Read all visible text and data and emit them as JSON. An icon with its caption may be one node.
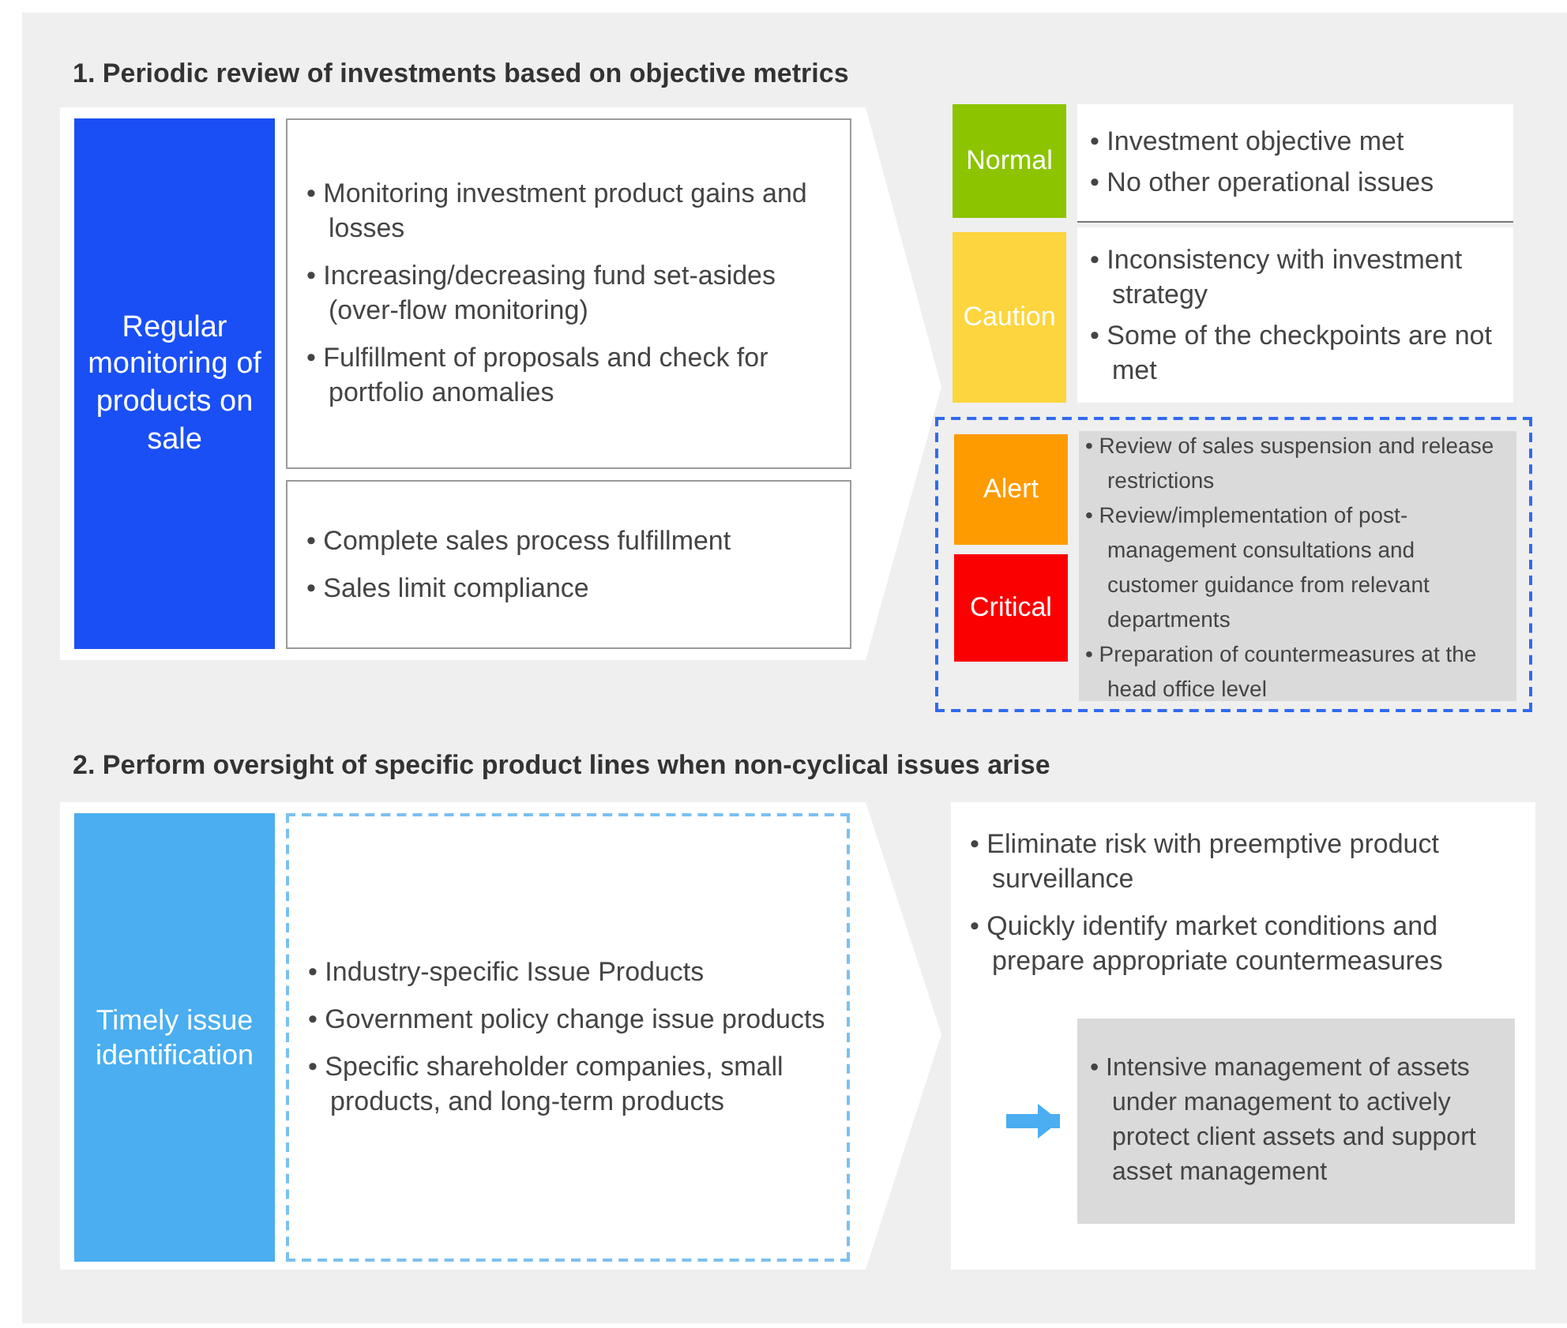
{
  "diagram": {
    "nodes": [
      {
        "text": [
          "Regular monitoring of products on sale"
        ]
      },
      {
        "text": [
          "• Monitoring investment product gains and losses",
          "• Increasing/decreasing fund set-asides (over-flow monitoring)",
          "• Fulfillment of proposals and check for portfolio anomalies"
        ]
      },
      {
        "text": [
          "• Complete sales process fulfillment",
          "• Sales limit compliance"
        ]
      },
      {
        "text": [
          "Normal"
        ]
      },
      {
        "text": [
          "• Investment objective met",
          "• No other operational issues"
        ]
      },
      {
        "text": [
          "Caution"
        ]
      },
      {
        "text": [
          "• Inconsistency with investment strategy",
          "• Some of the checkpoints are not met"
        ]
      },
      {
        "text": [],
        "shape": "box"
      },
      {
        "text": [
          "Alert"
        ],
        "in": 7
      },
      {
        "text": [
          "Critical"
        ],
        "in": 7
      },
      {
        "text": [
          "• Review of sales suspension and release restrictions",
          "• Review/implementation of post-management consultations and customer guidance from relevant departments",
          "• Preparation of countermeasures at the head office level"
        ],
        "in": 7
      },
      {
        "text": [
          "Timely issue identification"
        ]
      },
      {
        "text": [
          "• Industry-specific Issue Products",
          "• Government policy change issue products",
          "• Specific shareholder companies, small products, and long-term products"
        ]
      },
      {
        "text": [
          "• Eliminate risk with preemptive product surveillance",
          "• Quickly identify market conditions and prepare appropriate countermeasures"
        ]
      },
      {
        "text": [
          "• Intensive management of assets under management to actively protect client assets and support asset management"
        ],
        "in": 13
      }
    ],
    "edges": [
      {
        "from": null,
        "to": 14,
        "arrow": "to"
      }
    ],
    "labels": [
      "1. Periodic review of investments based on objective metrics",
      "2. Perform oversight of specific product lines when non-cyclical issues arise"
    ]
  }
}
